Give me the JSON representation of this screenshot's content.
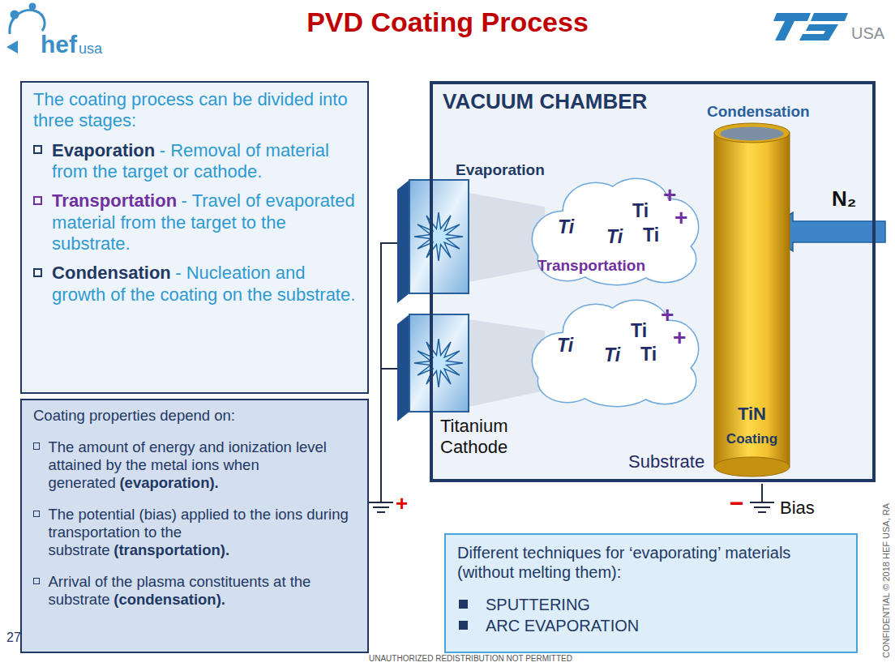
{
  "diagram": {
    "title": "PVD Coating Process",
    "nodes": [
      {
        "text": [
          "The coating process can be divided into three stages:",
          "Evaporation",
          "- Removal of material from the target or cathode.",
          "Transportation",
          "- Travel of evaporated material from the target to the substrate.",
          "Condensation",
          "- Nucleation and growth of the coating on the substrate."
        ]
      },
      {
        "text": [
          "Coating properties depend on:",
          "The amount of energy and ionization level attained by the metal ions when generated",
          "(evaporation).",
          "The potential (bias) applied to the ions during transportation to the substrate",
          "(transportation).",
          "Arrival of the plasma constituents at the substrate",
          "(condensation)."
        ]
      },
      {
        "text": [
          "VACUUM CHAMBER"
        ]
      },
      {
        "text": [
          "Ti",
          "Ti",
          "Ti",
          "Ti",
          "+",
          "+",
          "Transportation"
        ],
        "in": 2
      },
      {
        "text": [
          "Ti",
          "Ti",
          "Ti",
          "Ti",
          "+",
          "+"
        ],
        "in": 2
      },
      {
        "text": [
          "TiN",
          "Coating"
        ],
        "in": 2
      },
      {
        "text": [
          "Different techniques for ‘evaporating’ materials (without melting them):",
          "SPUTTERING",
          "ARC EVAPORATION"
        ]
      }
    ],
    "labels": [
      "hef",
      "usa",
      "USA",
      "Condensation",
      "Evaporation",
      "N₂",
      "Titanium Cathode",
      "Substrate",
      "+",
      "−",
      "Bias",
      "27",
      "UNAUTHORIZED REDISTRIBUTION NOT PERMITTED",
      "CONFIDENTIAL © 2018 HEF USA, RA"
    ]
  }
}
